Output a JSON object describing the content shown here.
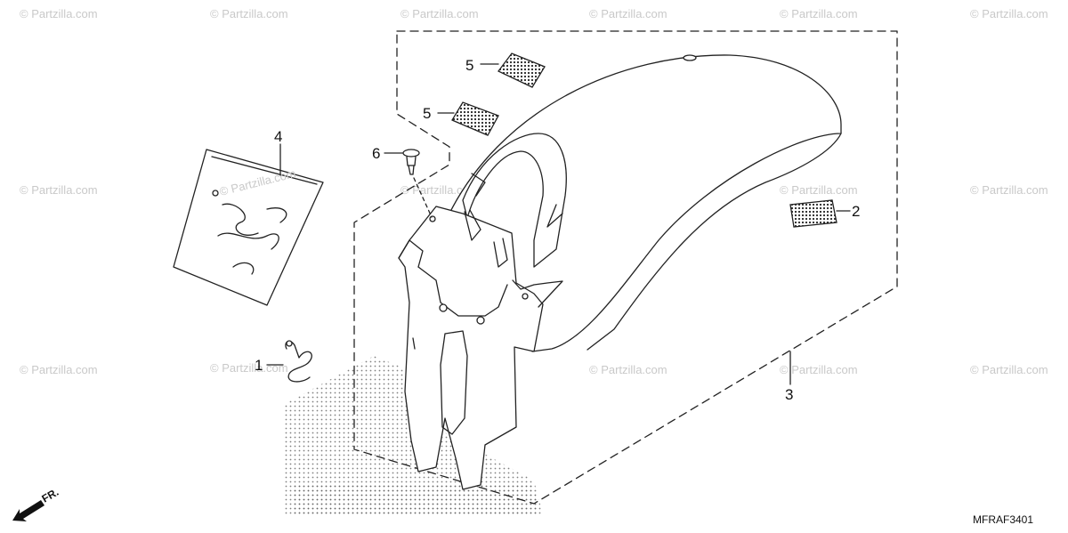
{
  "diagram": {
    "callouts": [
      {
        "id": "1",
        "label": "1"
      },
      {
        "id": "2",
        "label": "2"
      },
      {
        "id": "3",
        "label": "3"
      },
      {
        "id": "4",
        "label": "4"
      },
      {
        "id": "5a",
        "label": "5"
      },
      {
        "id": "5b",
        "label": "5"
      },
      {
        "id": "6",
        "label": "6"
      }
    ],
    "diagram_code": "MFRAF3401",
    "direction_label": "FR.",
    "watermark_text": "© Partzilla.com",
    "bag_watermark": "© Partzilla.com",
    "icons": [
      "front-direction-arrow-icon",
      "clip-icon",
      "reflector-icon",
      "emblem-icon",
      "pin-icon",
      "bag-icon",
      "fender-icon"
    ]
  }
}
